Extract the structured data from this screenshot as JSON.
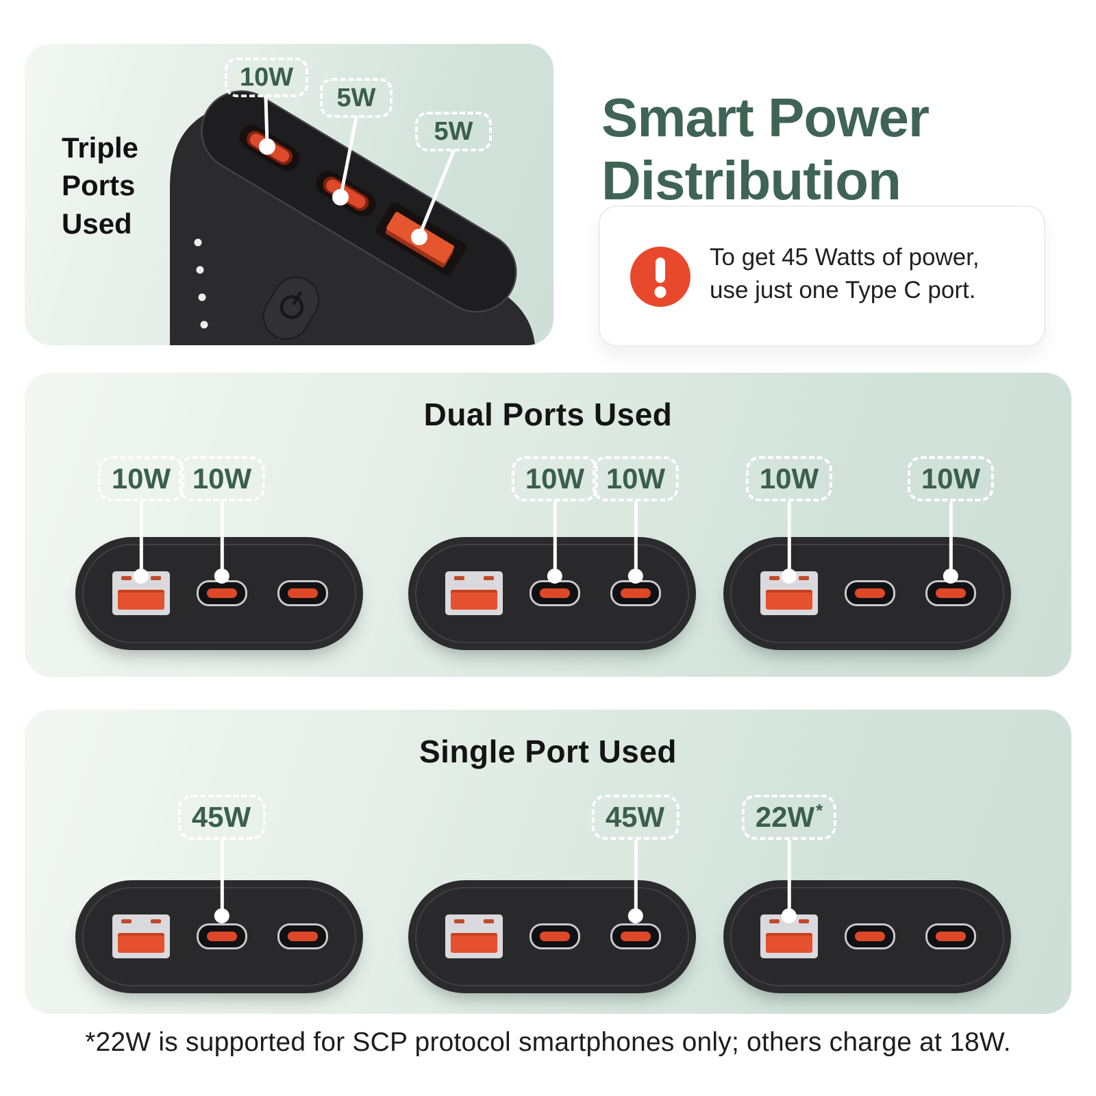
{
  "hero": {
    "panel_label_lines": [
      "Triple",
      "Ports",
      "Used"
    ],
    "port_callouts": [
      {
        "label": "10W",
        "port": "usb-c-1"
      },
      {
        "label": "5W",
        "port": "usb-c-2"
      },
      {
        "label": "5W",
        "port": "usb-a"
      }
    ]
  },
  "header": {
    "title_lines": [
      "Smart Power",
      "Distribution"
    ],
    "note": {
      "icon": "alert-exclamation-icon",
      "lines": [
        "To get 45 Watts of power,",
        "use just one Type C port."
      ]
    }
  },
  "dual_section": {
    "title": "Dual Ports Used",
    "banks": [
      {
        "callouts": [
          {
            "label": "10W",
            "port": "usb-a"
          },
          {
            "label": "10W",
            "port": "usb-c-1"
          }
        ]
      },
      {
        "callouts": [
          {
            "label": "10W",
            "port": "usb-c-1"
          },
          {
            "label": "10W",
            "port": "usb-c-2"
          }
        ]
      },
      {
        "callouts": [
          {
            "label": "10W",
            "port": "usb-a"
          },
          {
            "label": "10W",
            "port": "usb-c-2"
          }
        ]
      }
    ]
  },
  "single_section": {
    "title": "Single Port Used",
    "banks": [
      {
        "callouts": [
          {
            "label": "45W",
            "sup": "",
            "port": "usb-c-1"
          }
        ]
      },
      {
        "callouts": [
          {
            "label": "45W",
            "sup": "",
            "port": "usb-c-2"
          }
        ]
      },
      {
        "callouts": [
          {
            "label": "22W",
            "sup": "*",
            "port": "usb-a"
          }
        ]
      }
    ]
  },
  "footnote": "*22W is supported for SCP protocol smartphones only; others charge at 18W.",
  "colors": {
    "heading_green": "#3f6456",
    "label_green": "#3a5f50",
    "alert_orange": "#e8492c",
    "port_red": "#de4829",
    "panel_green": "#d1e2da",
    "bank_black": "#2b2b2d"
  }
}
